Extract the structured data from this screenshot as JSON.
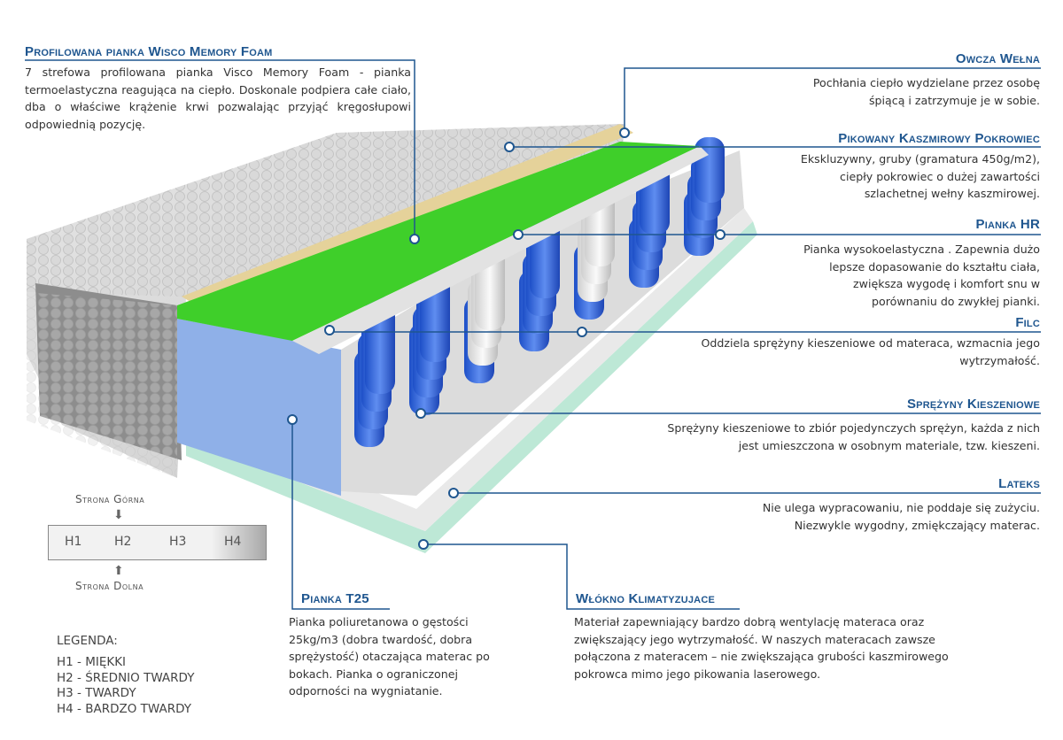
{
  "sections": {
    "visco": {
      "title": "Profilowana pianka Wisco Memory Foam",
      "text": "7 strefowa profilowana pianka Visco Memory Foam - pianka termoelastyczna reagująca na ciepło.  Doskonale podpiera całe ciało, dba o właściwe krążenie krwi pozwalając przyjąć kręgosłupowi odpowiednią pozycję."
    },
    "owcza": {
      "title": "Owcza Wełna",
      "lines": [
        "Pochłania ciepło wydzielane przez osobę",
        "śpiącą i zatrzymuje je w sobie."
      ]
    },
    "pikowany": {
      "title": "Pikowany Kaszmirowy Pokrowiec",
      "lines": [
        "Ekskluzywny, gruby (gramatura 450g/m2),",
        "ciepły pokrowiec o dużej zawartości",
        "szlachetnej wełny kaszmirowej."
      ]
    },
    "hr": {
      "title": "Pianka HR",
      "lines": [
        "Pianka wysokoelastyczna . Zapewnia dużo",
        "lepsze dopasowanie do kształtu ciała,",
        "zwiększa wygodę i komfort snu w",
        "porównaniu do zwykłej pianki."
      ]
    },
    "filc": {
      "title": "Filc",
      "lines": [
        "Oddziela sprężyny kieszeniowe od materaca, wzmacnia jego",
        "wytrzymałość."
      ]
    },
    "sprezyny": {
      "title": "Sprężyny Kieszeniowe",
      "lines": [
        "Sprężyny kieszeniowe to zbiór pojedynczych sprężyn, każda z nich",
        "jest umieszczona w osobnym materiale, tzw. kieszeni."
      ]
    },
    "lateks": {
      "title": "Lateks",
      "lines": [
        "Nie ulega wypracowaniu, nie poddaje się zużyciu.",
        "Niezwykle wygodny, zmiękczający materac."
      ]
    },
    "t25": {
      "title": "Pianka T25",
      "lines": [
        "Pianka poliuretanowa o gęstości",
        "25kg/m3 (dobra twardość, dobra",
        "sprężystość) otaczająca materac po",
        "bokach. Pianka o ograniczonej",
        "odporności na wygniatanie."
      ]
    },
    "wlokno": {
      "title": "Włókno Klimatyzujace",
      "lines": [
        "Materiał zapewniający bardzo dobrą wentylację materaca oraz",
        "zwiększający jego wytrzymałość. W naszych materacach zawsze",
        "połączona z materacem – nie zwiększająca grubości kaszmirowego",
        "pokrowca mimo jego pikowania laserowego."
      ]
    }
  },
  "hardness": {
    "top_label": "Strona Górna",
    "bottom_label": "Strona Dolna",
    "scale": [
      "H1",
      "H2",
      "H3",
      "H4"
    ],
    "legend_title": "LEGENDA:",
    "legend": [
      "H1 - MIĘKKI",
      "H2 - ŚREDNIO TWARDY",
      "H3 - TWARDY",
      "H4 - BARDZO TWARDY"
    ]
  },
  "colors": {
    "accent": "#1f568f",
    "foam_green": "#3fcf2a",
    "spring_blue": "#2d5fd6",
    "side_foam": "#8fb0e8"
  }
}
